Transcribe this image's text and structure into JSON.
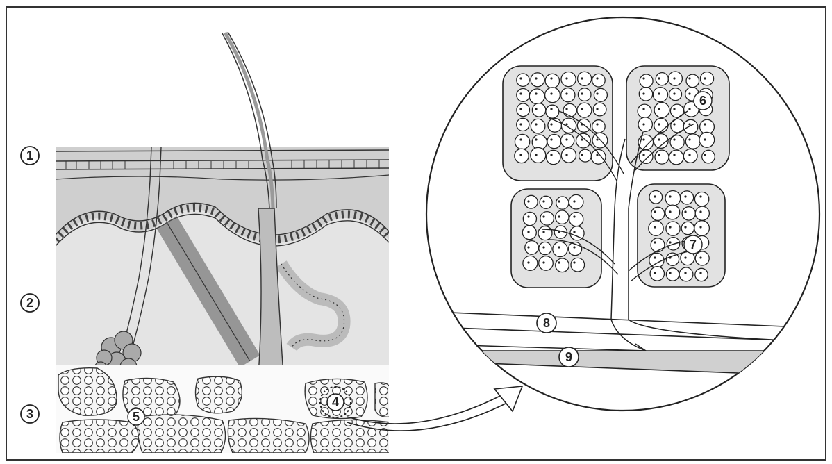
{
  "labels": {
    "l1": "1",
    "l2": "2",
    "l3": "3",
    "l4": "4",
    "l5": "5",
    "l6": "6",
    "l7": "7",
    "l8": "8",
    "l9": "9"
  },
  "colors": {
    "outline": "#222222",
    "epidermis": "#cfcfcf",
    "dermis": "#e4e4e4",
    "hair": "#9a9a9a",
    "gland": "#bdbdbd",
    "lobule_fill": "#e2e2e2",
    "vessel_fill": "#d0d0d0"
  }
}
